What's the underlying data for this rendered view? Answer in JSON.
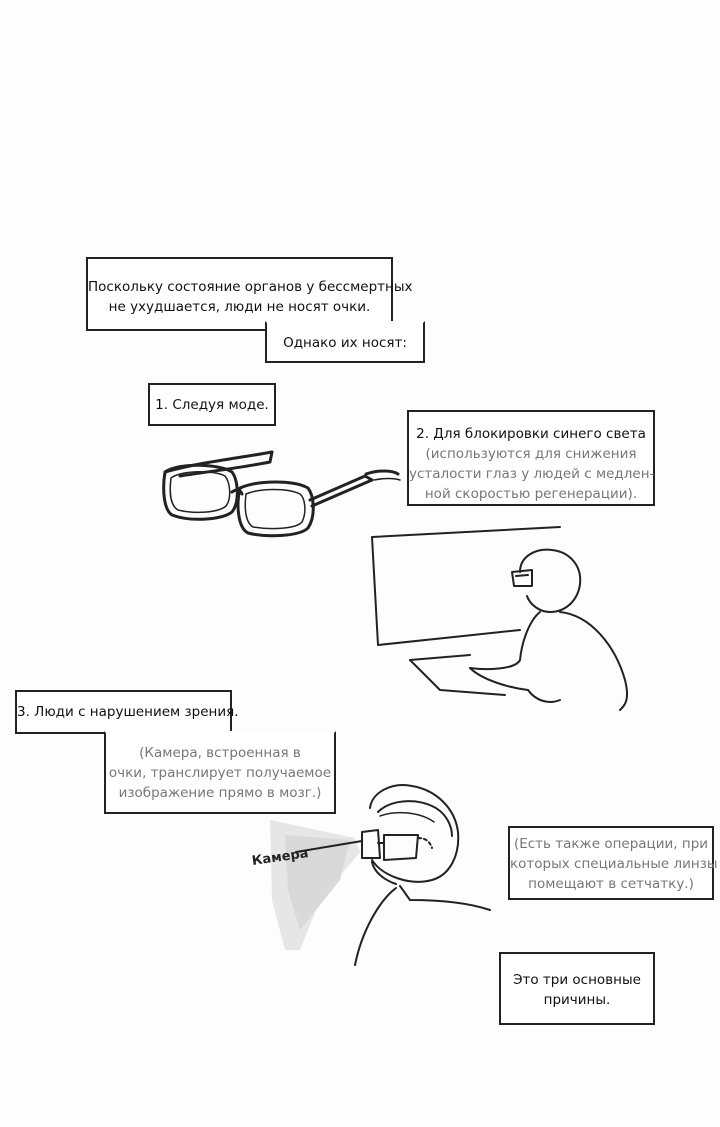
{
  "intro": {
    "line1": "Поскольку состояние органов у бессмертных",
    "line2": "не ухудшается, люди не носят очки.",
    "however": "Однако их носят:"
  },
  "reason1": {
    "text": "1. Следуя моде."
  },
  "reason2": {
    "title": "2. Для блокировки синего света",
    "line1": "(используются для снижения",
    "line2": "усталости глаз у людей с медлен-",
    "line3": "ной скоростью регенерации)."
  },
  "reason3": {
    "title": "3. Люди с нарушением зрения.",
    "note_line1": "(Камера, встроенная в",
    "note_line2": "очки, транслирует получаемое",
    "note_line3": "изображение прямо в мозг.)",
    "camera_label": "Камера"
  },
  "operations": {
    "line1": "(Есть также операции, при",
    "line2": "которых специальные линзы",
    "line3": "помещают в сетчатку.)"
  },
  "summary": {
    "line1": "Это три основные",
    "line2": "причины."
  }
}
